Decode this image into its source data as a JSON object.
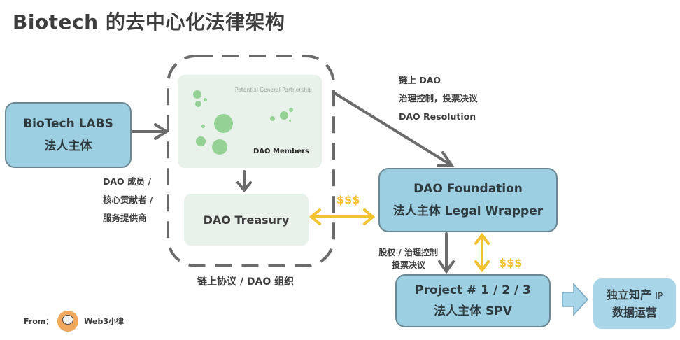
{
  "title": "Biotech 的去中心化法律架构",
  "nodes": {
    "biotech_labs": {
      "line1": "BioTech LABS",
      "line2": "法人主体"
    },
    "dao_members": {
      "caption": "Potential General Partnership",
      "label": "DAO Members"
    },
    "dao_treasury": {
      "label": "DAO Treasury"
    },
    "dao_group_label": "链上协议 / DAO 组织",
    "dao_foundation": {
      "line1": "DAO Foundation",
      "line2": "法人主体 Legal Wrapper"
    },
    "project": {
      "line1": "Project # 1 / 2 / 3",
      "line2": "法人主体 SPV"
    },
    "ip": {
      "line1_main": "独立知产",
      "line1_small": "IP",
      "line2": "数据运营"
    }
  },
  "edge_labels": {
    "members_roles": [
      "DAO 成员 /",
      "核心贡献者 /",
      "服务提供商"
    ],
    "onchain_governance": [
      "链上 DAO",
      "治理控制，投票决议",
      "DAO Resolution"
    ],
    "equity_governance": [
      "股权 / 治理控制",
      "投票决议"
    ],
    "money_treasury": "$$$",
    "money_project": "$$$"
  },
  "colors": {
    "box_fill": "#9dcfe3",
    "box_border": "#6a8793",
    "card_fill": "#e8f1ea",
    "bubble": "#93d194",
    "arrow": "#6b6b6b",
    "money": "#f2c231"
  },
  "footer": {
    "from_label": "From：",
    "author": "Web3小律"
  }
}
